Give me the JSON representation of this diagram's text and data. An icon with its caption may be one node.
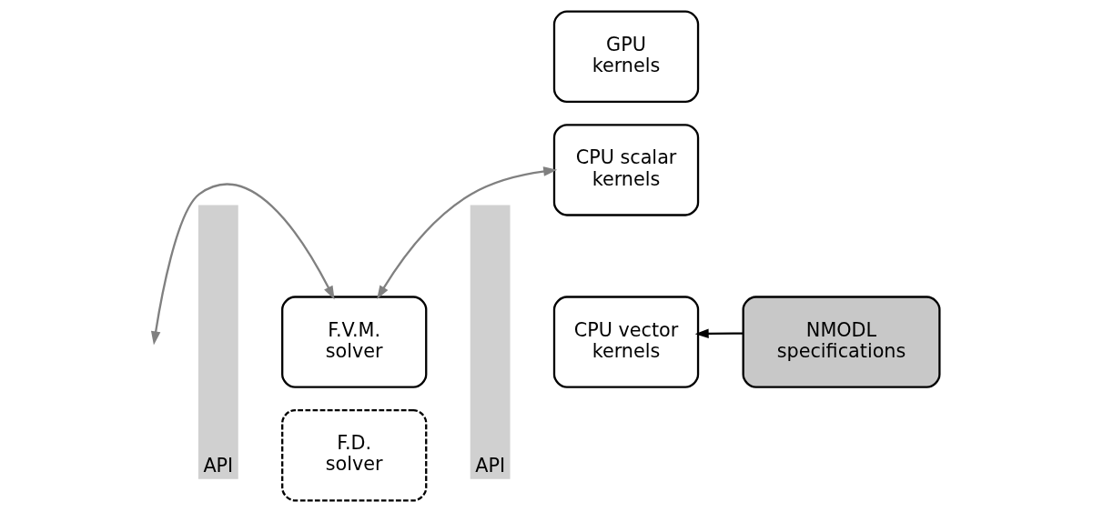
{
  "diagram": {
    "nodes": [
      {
        "text": [
          "API"
        ]
      },
      {
        "text": [
          "F.V.M. solver"
        ]
      },
      {
        "text": [
          "F.D. solver"
        ]
      },
      {
        "text": [
          "API"
        ]
      },
      {
        "text": [
          "CPU scalar kernels"
        ]
      },
      {
        "text": [
          "CPU vector kernels"
        ]
      },
      {
        "text": [
          "GPU kernels"
        ]
      },
      {
        "text": [
          "NMODL specifications"
        ]
      }
    ],
    "edges": [
      {
        "from": null,
        "to": 1,
        "arrow": "both"
      },
      {
        "from": 1,
        "to": 4,
        "arrow": "both"
      },
      {
        "from": 7,
        "to": 5,
        "arrow": "to",
        "color": "#000000"
      }
    ]
  }
}
